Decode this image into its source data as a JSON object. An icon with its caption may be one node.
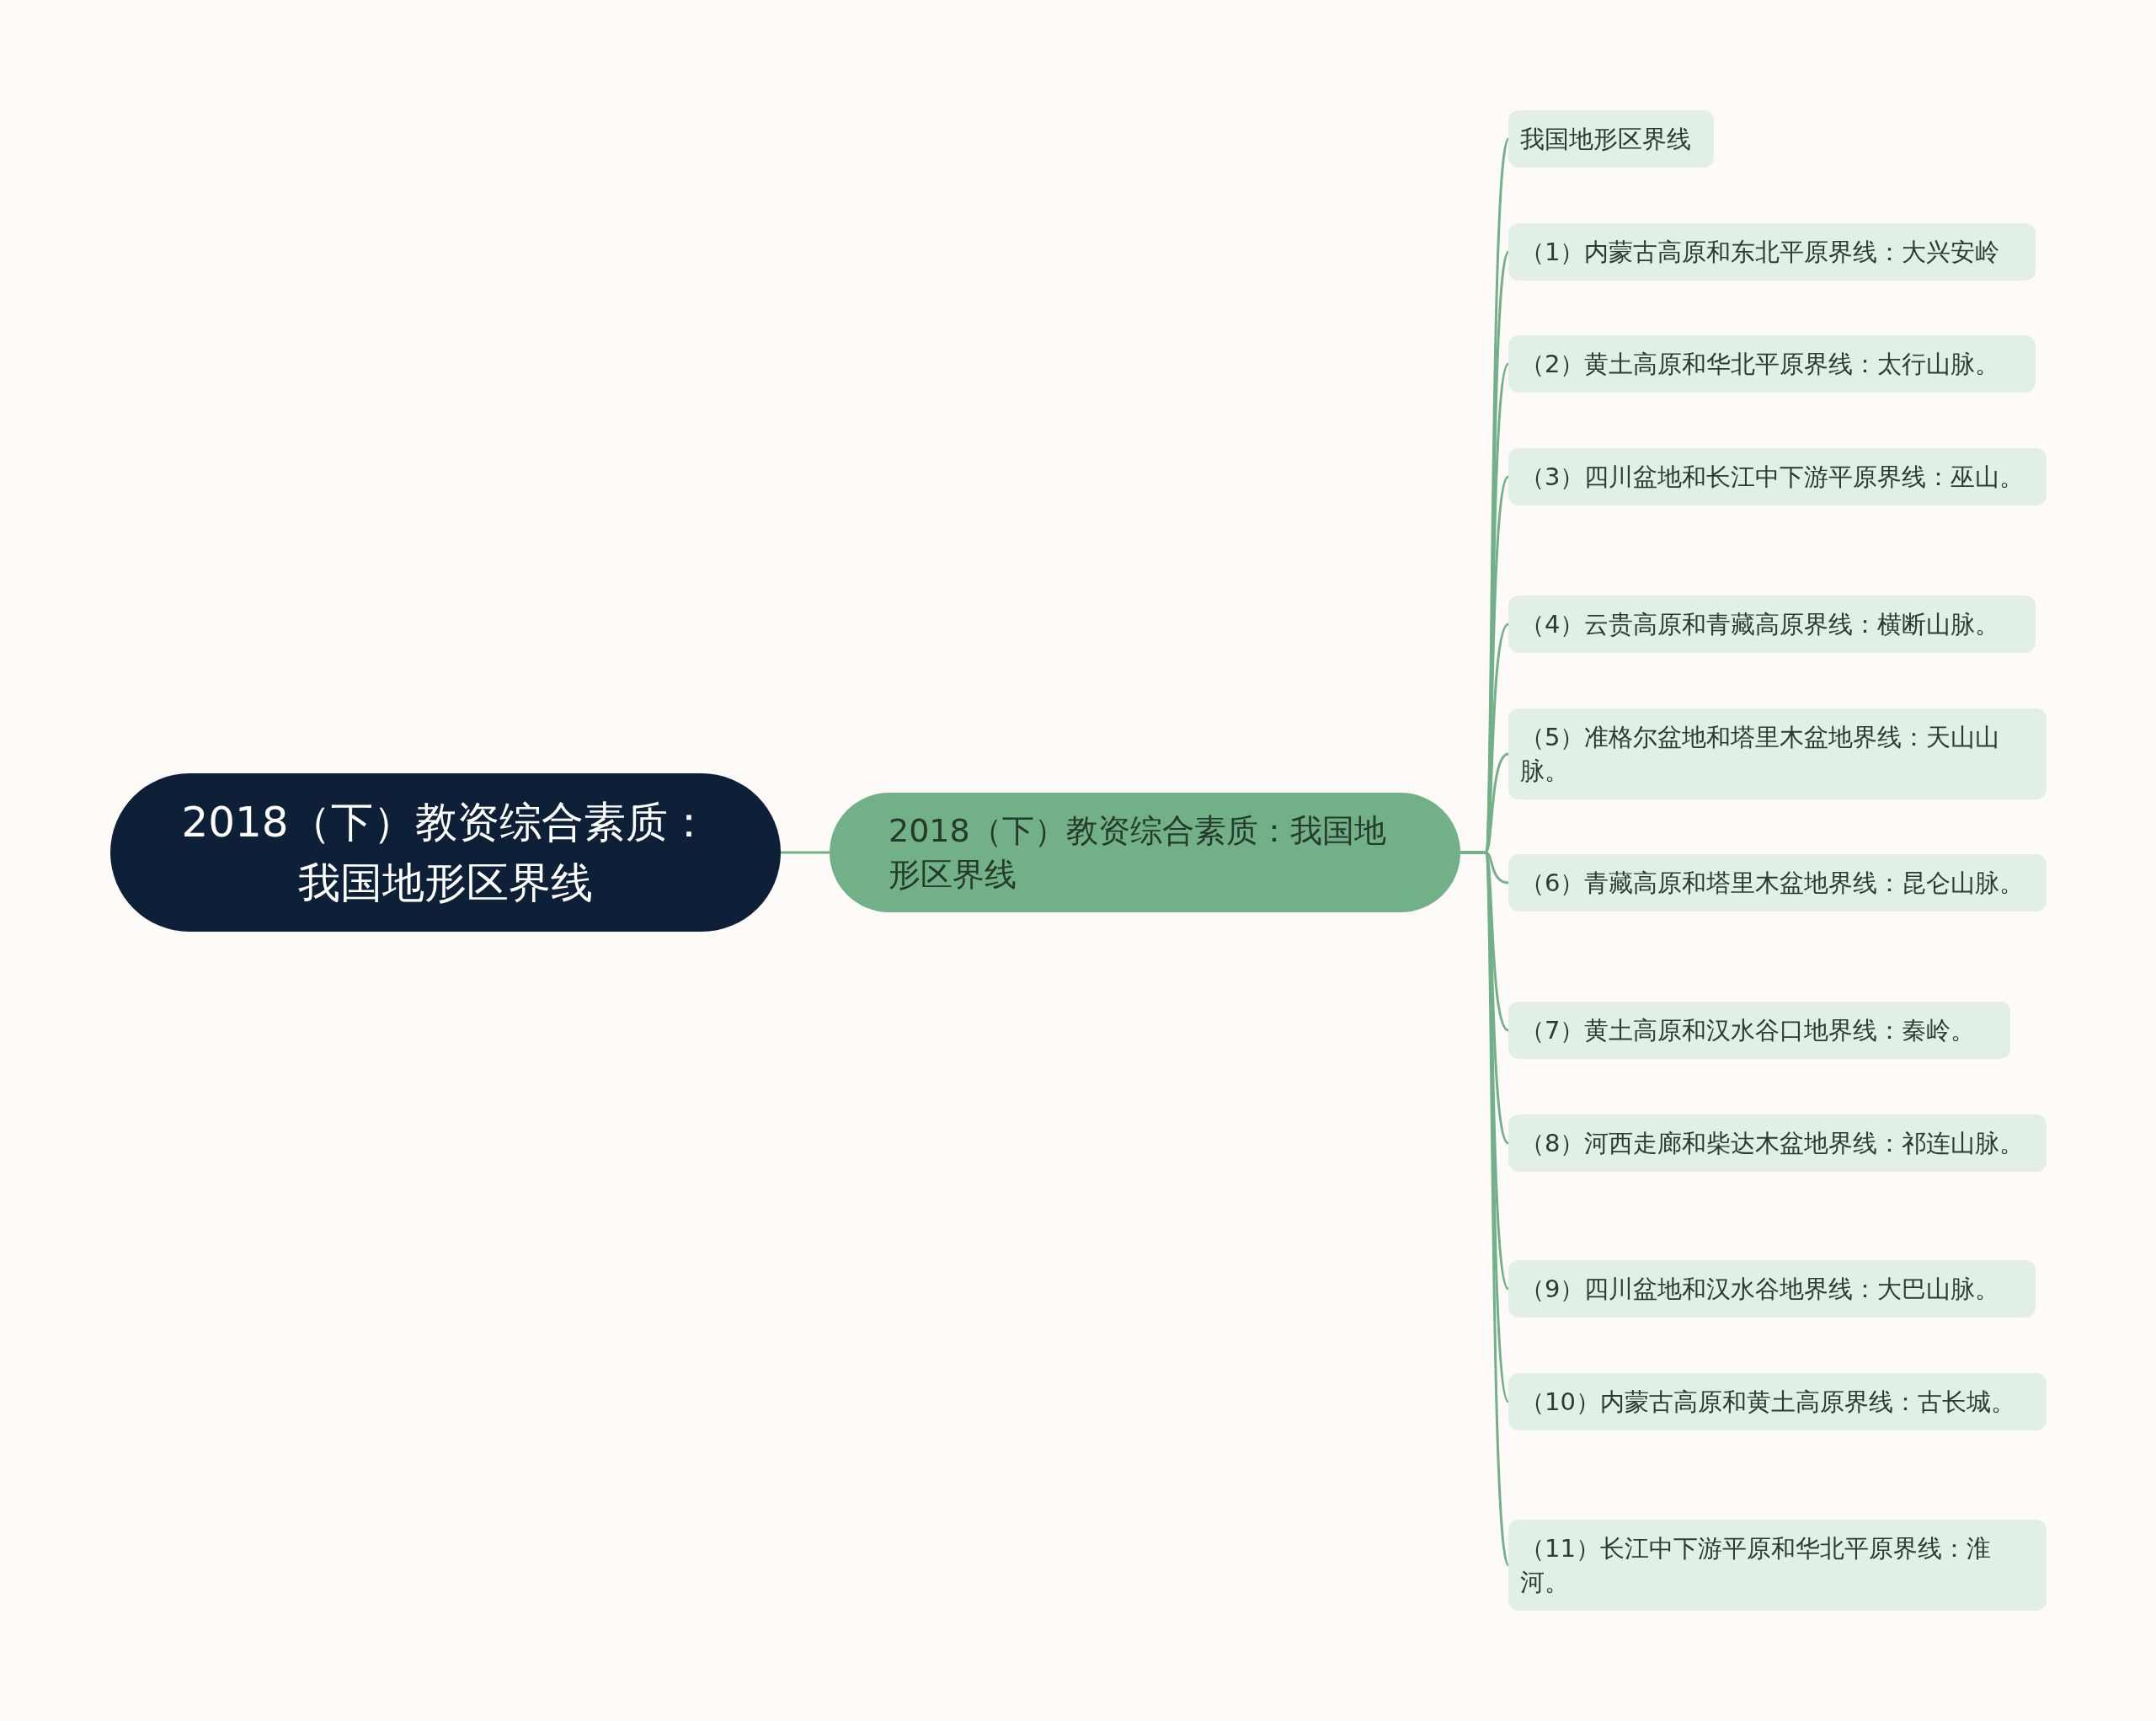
{
  "diagram": {
    "nodes": [
      {
        "text": [
          "2018（下）教资综合素质：我国地形区界线"
        ]
      },
      {
        "text": [
          "2018（下）教资综合素质：我国地形区界线"
        ]
      },
      {
        "text": [
          "我国地形区界线"
        ]
      },
      {
        "text": [
          "（1）内蒙古高原和东北平原界线：大兴安岭"
        ]
      },
      {
        "text": [
          "（2）黄土高原和华北平原界线：太行山脉。"
        ]
      },
      {
        "text": [
          "（3）四川盆地和长江中下游平原界线：巫山。"
        ]
      },
      {
        "text": [
          "（4）云贵高原和青藏高原界线：横断山脉。"
        ]
      },
      {
        "text": [
          "（5）准格尔盆地和塔里木盆地界线：天山山脉。"
        ]
      },
      {
        "text": [
          "（6）青藏高原和塔里木盆地界线：昆仑山脉。"
        ]
      },
      {
        "text": [
          "（7）黄土高原和汉水谷口地界线：秦岭。"
        ]
      },
      {
        "text": [
          "（8）河西走廊和柴达木盆地界线：祁连山脉。"
        ]
      },
      {
        "text": [
          "（9）四川盆地和汉水谷地界线：大巴山脉。"
        ]
      },
      {
        "text": [
          "（10）内蒙古高原和黄土高原界线：古长城。"
        ]
      },
      {
        "text": [
          "（11）长江中下游平原和华北平原界线：淮河。"
        ]
      }
    ],
    "edges": [
      {
        "from": 0,
        "to": 1,
        "arrow": "none"
      },
      {
        "from": 1,
        "to": 2,
        "arrow": "none"
      },
      {
        "from": 1,
        "to": 3,
        "arrow": "none"
      },
      {
        "from": 1,
        "to": 4,
        "arrow": "none"
      },
      {
        "from": 1,
        "to": 5,
        "arrow": "none"
      },
      {
        "from": 1,
        "to": 6,
        "arrow": "none"
      },
      {
        "from": 1,
        "to": 7,
        "arrow": "none"
      },
      {
        "from": 1,
        "to": 8,
        "arrow": "none"
      },
      {
        "from": 1,
        "to": 9,
        "arrow": "none"
      },
      {
        "from": 1,
        "to": 10,
        "arrow": "none"
      },
      {
        "from": 1,
        "to": 11,
        "arrow": "none"
      },
      {
        "from": 1,
        "to": 12,
        "arrow": "none"
      },
      {
        "from": 1,
        "to": 13,
        "arrow": "none"
      }
    ]
  }
}
